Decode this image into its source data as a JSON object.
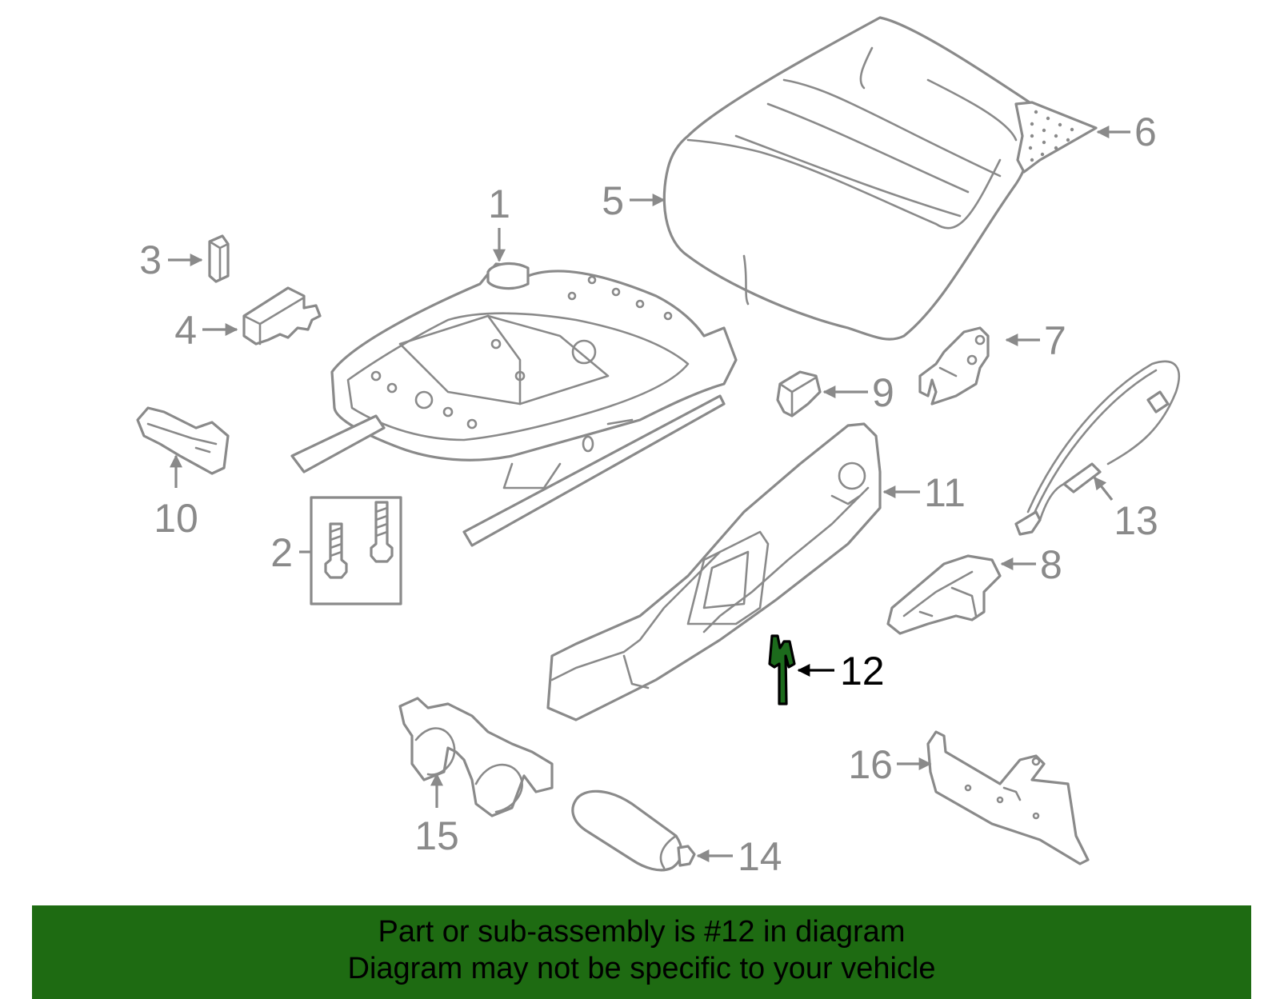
{
  "diagram": {
    "callouts": [
      "1",
      "2",
      "3",
      "4",
      "5",
      "6",
      "7",
      "8",
      "9",
      "10",
      "11",
      "12",
      "13",
      "14",
      "15",
      "16"
    ],
    "highlighted_callout": "12",
    "highlight_color": "#1c6b1c",
    "part_color": "#8a8a8a"
  },
  "banner": {
    "line1": "Part or sub-assembly is #12 in diagram",
    "line2": "Diagram may not be specific to your vehicle",
    "background": "#1e6b12"
  }
}
